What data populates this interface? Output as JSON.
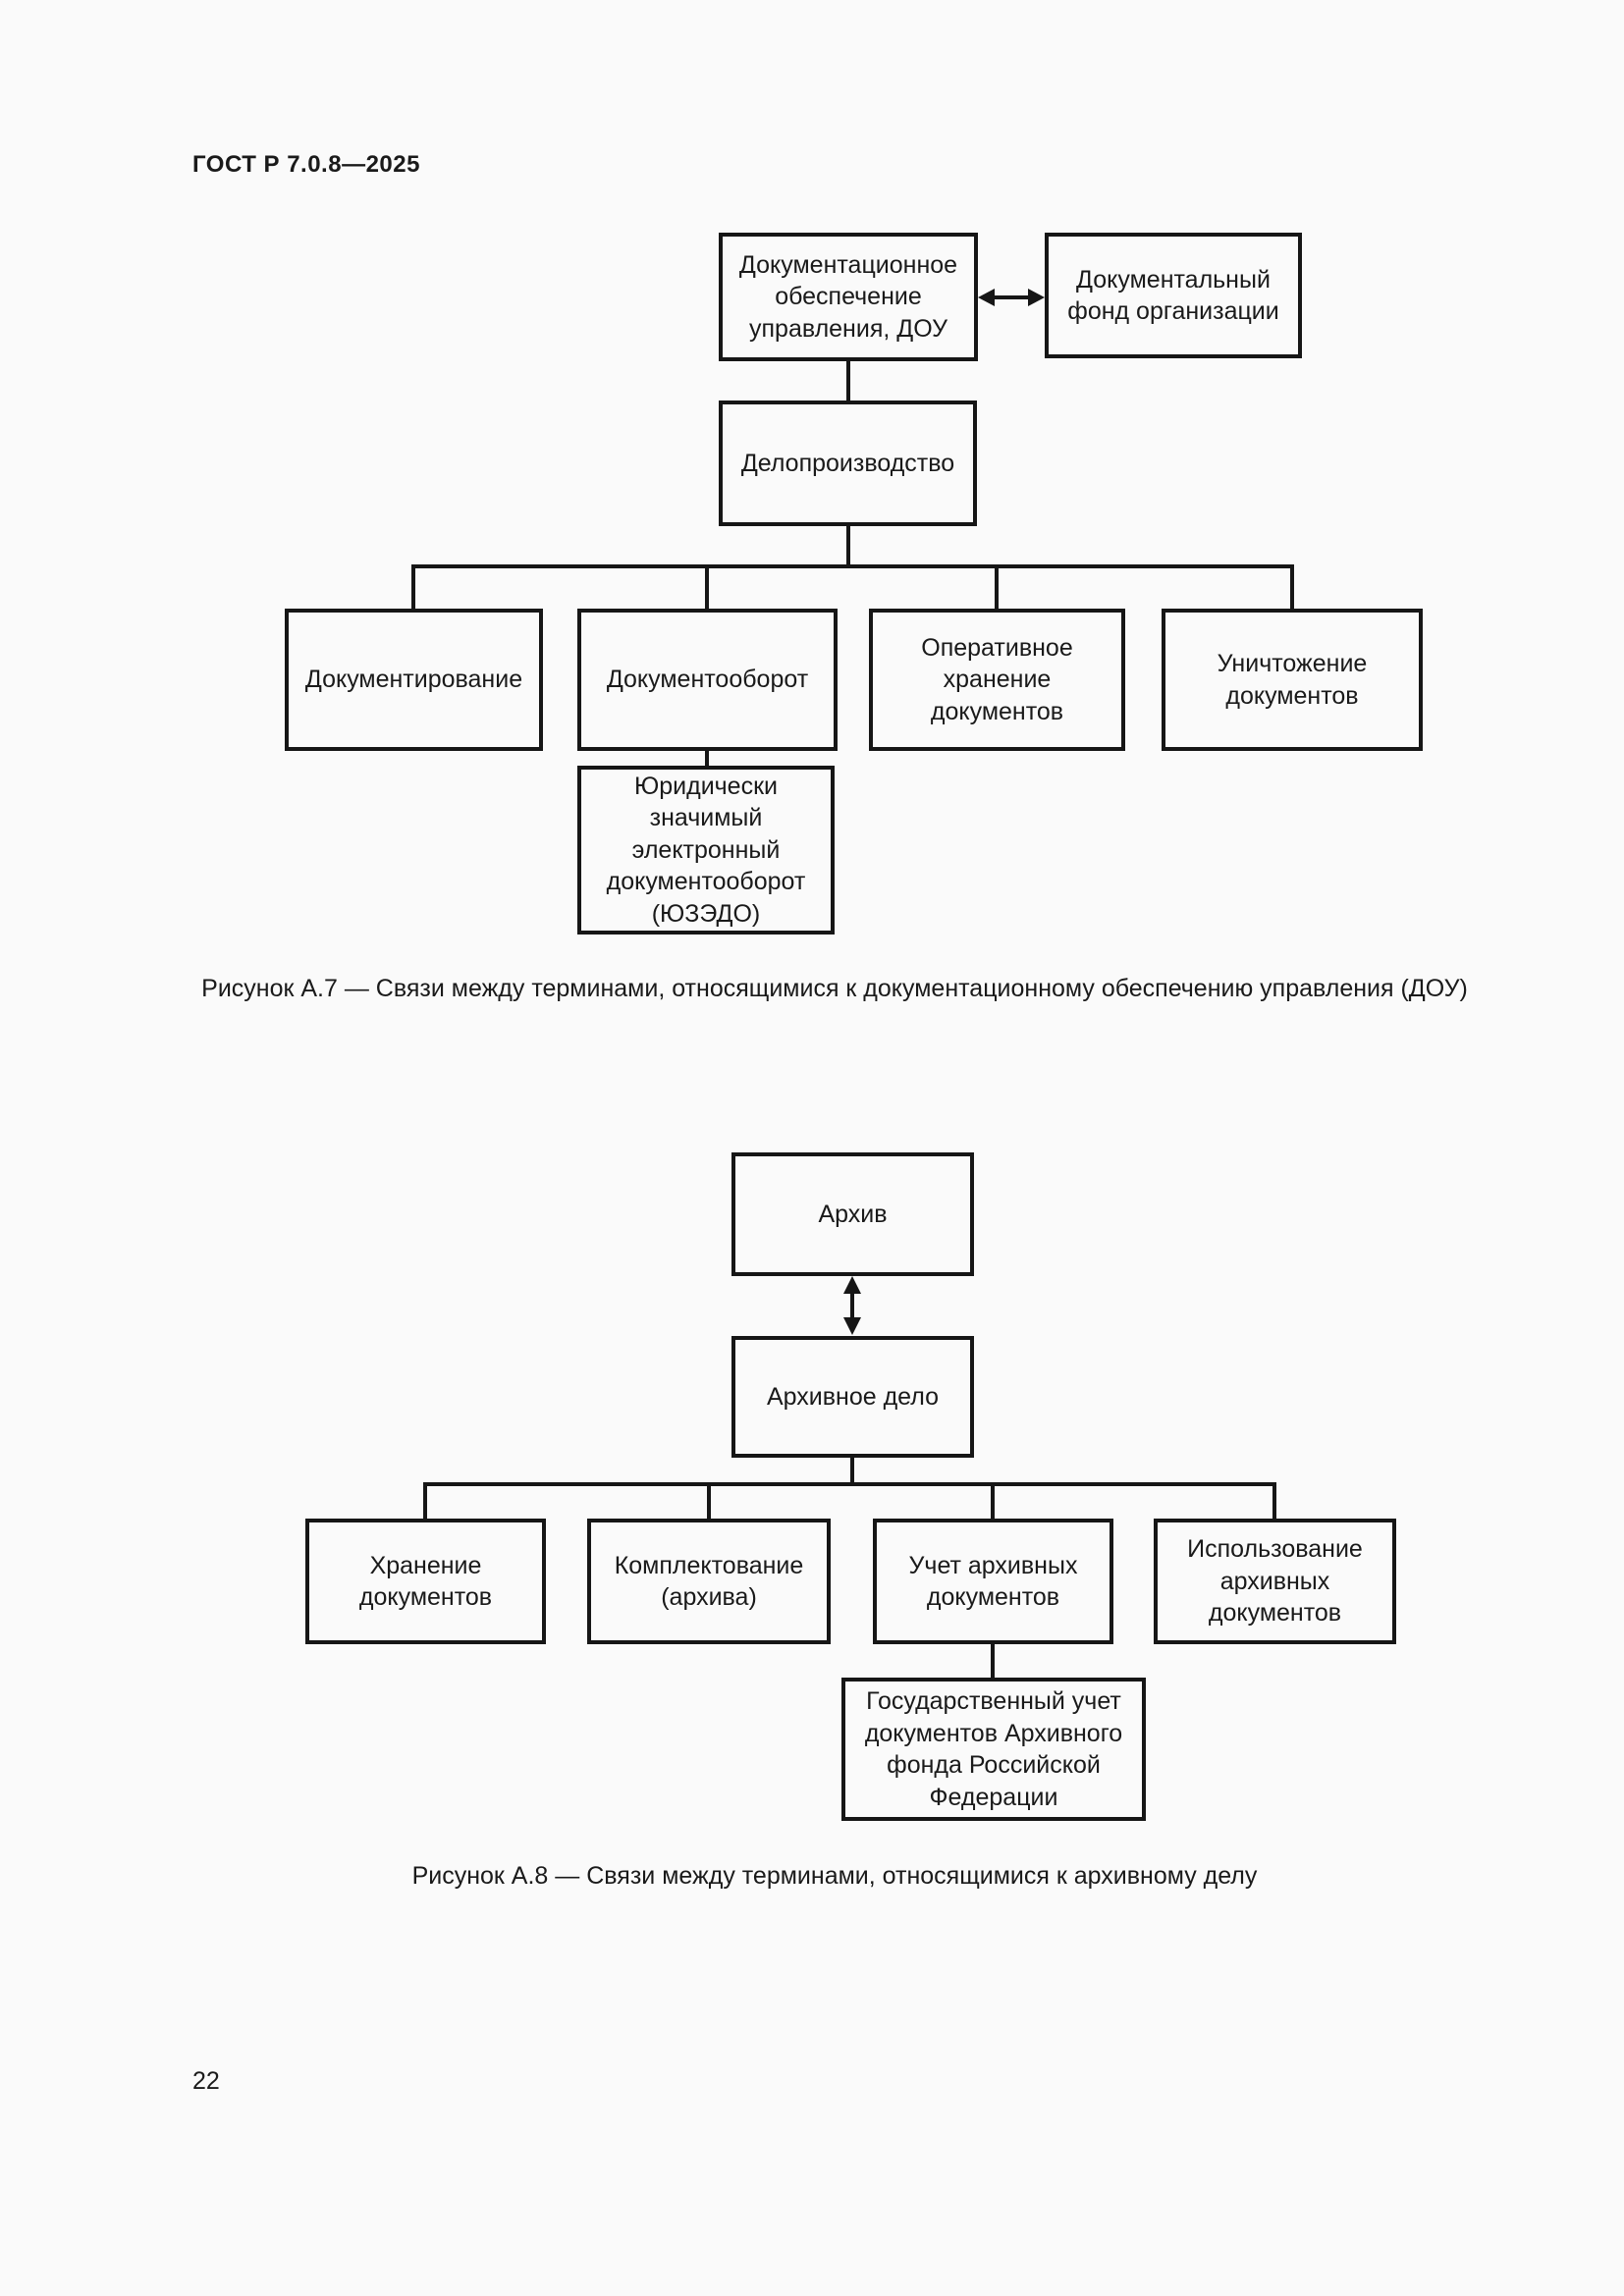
{
  "page": {
    "header": "ГОСТ Р 7.0.8—2025",
    "page_number": "22",
    "colors": {
      "background": "#fafafa",
      "ink": "#1a1a1a"
    }
  },
  "figure_a7": {
    "caption": "Рисунок А.7 — Связи между терминами, относящимися к документационному обеспечению управления (ДОУ)",
    "nodes": {
      "dou": "Документационное\nобеспечение\nуправления, ДОУ",
      "doc_fund": "Документальный\nфонд организации",
      "deloproizvodstvo": "Делопроизводство",
      "dokumentirovanie": "Документирование",
      "dokumentooborot": "Документооборот",
      "operativnoe_hranenie": "Оперативное\nхранение\nдокументов",
      "unichtozhenie": "Уничтожение\nдокументов",
      "yuzedo": "Юридически\nзначимый\nэлектронный\nдокументооборот\n(ЮЗЭДО)"
    }
  },
  "figure_a8": {
    "caption": "Рисунок А.8 — Связи между терминами, относящимися к архивному делу",
    "nodes": {
      "arhiv": "Архив",
      "arhivnoe_delo": "Архивное дело",
      "hranenie_dokumentov": "Хранение\nдокументов",
      "komplektovanie": "Комплектование\n(архива)",
      "uchet_arhivnyh": "Учет архивных\nдокументов",
      "ispolzovanie": "Использование\nархивных\nдокументов",
      "gosudarstvennyj_uchet": "Государственный учет\nдокументов Архивного\nфонда Российской\nФедерации"
    }
  }
}
